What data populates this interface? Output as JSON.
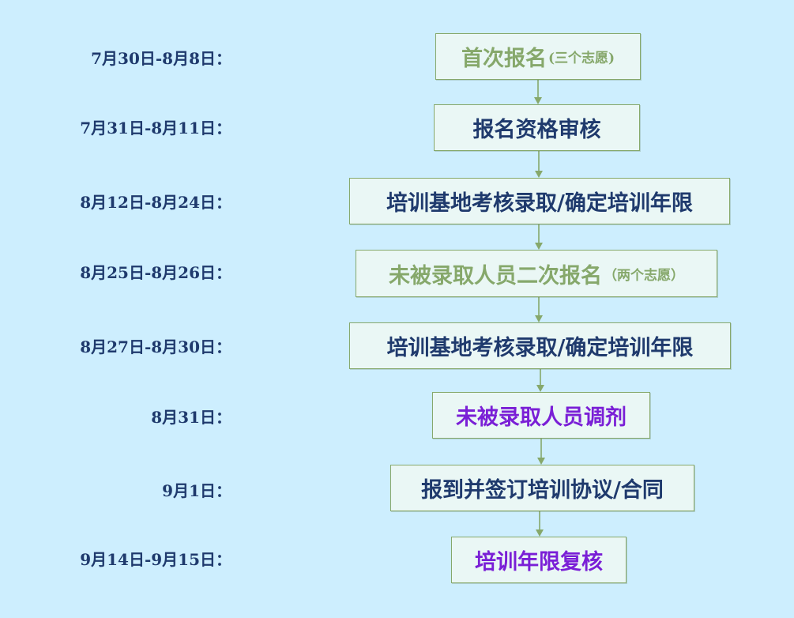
{
  "colors": {
    "background": "#cdeefe",
    "box_fill": "#eaf7f5",
    "box_border": "#86a86b",
    "date_text": "#1f3a6d",
    "dark_text": "#1f3a6d",
    "green_text": "#86a86b",
    "purple_text": "#7a1fd6",
    "arrow": "#86a86b"
  },
  "steps": [
    {
      "date": "7月30日-8月8日：",
      "label": "首次报名",
      "note": "(三个志愿)",
      "color": "green"
    },
    {
      "date": "7月31日-8月11日：",
      "label": "报名资格审核",
      "note": "",
      "color": "dark"
    },
    {
      "date": "8月12日-8月24日：",
      "label": "培训基地考核录取/确定培训年限",
      "note": "",
      "color": "dark"
    },
    {
      "date": "8月25日-8月26日：",
      "label": "未被录取人员二次报名",
      "note": "（两个志愿）",
      "color": "green"
    },
    {
      "date": "8月27日-8月30日：",
      "label": "培训基地考核录取/确定培训年限",
      "note": "",
      "color": "dark"
    },
    {
      "date": "8月31日：",
      "label": "未被录取人员调剂",
      "note": "",
      "color": "purple"
    },
    {
      "date": "9月1日：",
      "label": "报到并签订培训协议/合同",
      "note": "",
      "color": "dark"
    },
    {
      "date": "9月14日-9月15日：",
      "label": "培训年限复核",
      "note": "",
      "color": "purple"
    }
  ]
}
